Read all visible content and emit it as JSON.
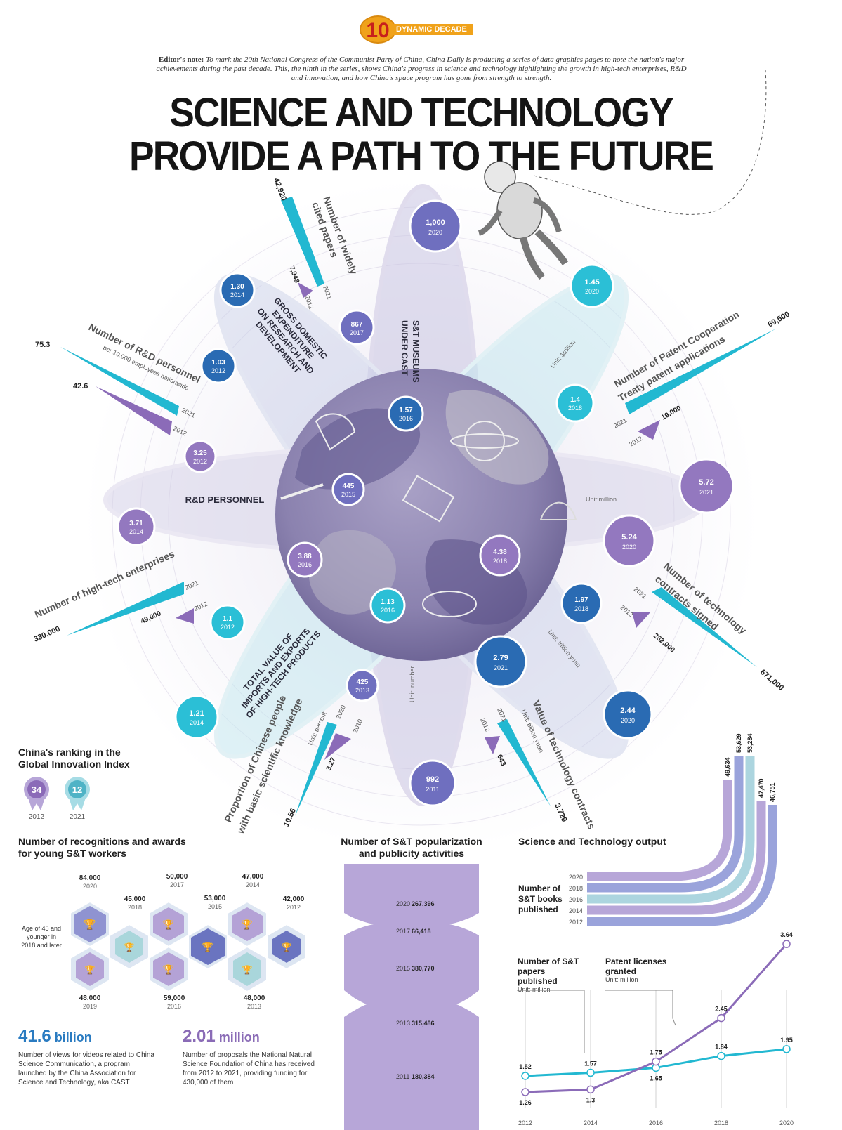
{
  "logo": {
    "number": "10",
    "label": "DYNAMIC DECADE"
  },
  "editor": {
    "lead": "Editor's note:",
    "text": " To mark the 20th National Congress of the Communist Party of China, China Daily is producing a series of data graphics pages to note the nation's major achievements during the past decade. This, the ninth in the series, shows China's progress in science and technology highlighting the growth in high-tech enterprises, R&D and innovation, and how China's space program has gone from strength to strength."
  },
  "title": {
    "line1": "SCIENCE AND TECHNOLOGY",
    "line2": "PROVIDE A PATH TO THE FUTURE"
  },
  "orbits": {
    "museums": {
      "label1": "S&T MUSEUMS",
      "label2": "UNDER CAST",
      "unit": "Unit: number",
      "b2020": "1,000",
      "y2020": "2020",
      "b2017": "867",
      "y2017": "2017",
      "b2015": "445",
      "y2015": "2015",
      "b2013": "425",
      "y2013": "2013",
      "b2011": "992",
      "y2011": "2011"
    },
    "gerd": {
      "l1": "GROSS DOMESTIC",
      "l2": "EXPENDITURE",
      "l3": "ON RESEARCH AND",
      "l4": "DEVELOPMENT",
      "unit": "Unit: $trillion",
      "b2014": "1.30",
      "y2014": "2014",
      "b2012": "1.03",
      "y2012": "2012",
      "b2016": "1.57",
      "y2016": "2016",
      "b2018": "1.97",
      "y2018": "2018",
      "b2021": "2.79",
      "y2021": "2021",
      "b2020": "2.44",
      "y2020": "2020"
    },
    "trade": {
      "l1": "TOTAL VALUE OF",
      "l2": "IMPORTS AND EXPORTS",
      "l3": "OF HIGH-TECH PRODUCTS",
      "unit": "Unit: trillion yuan",
      "b2020": "1.45",
      "y2020": "2020",
      "b2018": "1.4",
      "y2018": "2018",
      "b2016": "1.13",
      "y2016": "2016",
      "b2012": "1.1",
      "y2012": "2012",
      "b2014": "1.21",
      "y2014": "2014"
    },
    "personnel": {
      "label": "R&D PERSONNEL",
      "unit": "Unit:million",
      "b2012": "3.25",
      "y2012": "2012",
      "b2014": "3.71",
      "y2014": "2014",
      "b2016": "3.88",
      "y2016": "2016",
      "b2018": "4.38",
      "y2018": "2018",
      "b2020": "5.24",
      "y2020": "2020",
      "b2021": "5.72",
      "y2021": "2021"
    }
  },
  "wedges": {
    "cited": {
      "l1": "Number of widely",
      "l2": "cited papers",
      "v_big": "42,920",
      "v_small": "7,948",
      "y_big": "2021",
      "y_small": "2012"
    },
    "rdper": {
      "l1": "Number of R&D personnel",
      "l2": "per 10,000 employees nationwide",
      "v_big": "75.3",
      "v_small": "42.6",
      "y_big": "2021",
      "y_small": "2012"
    },
    "hitech": {
      "l1": "Number of high-tech enterprises",
      "v_big": "330,000",
      "v_small": "49,000",
      "y_big": "2021",
      "y_small": "2012"
    },
    "pct": {
      "l1": "Number of Patent Cooperation",
      "l2": "Treaty patent applications",
      "v_big": "69,500",
      "v_small": "19,000",
      "y_big": "2021",
      "y_small": "2012"
    },
    "contracts": {
      "l1": "Number of technology",
      "l2": "contracts signed",
      "v_big": "671,000",
      "v_small": "282,000",
      "y_big": "2021",
      "y_small": "2012"
    },
    "literacy": {
      "l1": "Proportion of Chinese people",
      "l2": "with basic scientific knowledge",
      "unit": "Unit: percent",
      "v_big": "10.56",
      "v_small": "3.27",
      "y_big": "2020",
      "y_small": "2010"
    },
    "value": {
      "l1": "Value of technology contracts",
      "unit": "Unit: billion yuan",
      "v_big": "3,729",
      "v_small": "643",
      "y_big": "2021",
      "y_small": "2012"
    }
  },
  "gii": {
    "title1": "China's ranking in the",
    "title2": "Global Innovation Index",
    "r2012": "34",
    "y2012": "2012",
    "r2021": "12",
    "y2021": "2021"
  },
  "awards": {
    "title1": "Number of recognitions and awards",
    "title2": "for young S&T workers",
    "side1": "Age of 45 and",
    "side2": "younger in",
    "side3": "2018 and later",
    "items": [
      {
        "v": "84,000",
        "y": "2020"
      },
      {
        "v": "45,000",
        "y": "2018"
      },
      {
        "v": "50,000",
        "y": "2017"
      },
      {
        "v": "53,000",
        "y": "2015"
      },
      {
        "v": "47,000",
        "y": "2014"
      },
      {
        "v": "42,000",
        "y": "2012"
      },
      {
        "v": "48,000",
        "y": "2019"
      },
      {
        "v": "59,000",
        "y": "2016"
      },
      {
        "v": "48,000",
        "y": "2013"
      }
    ]
  },
  "stats": {
    "views_num": "41.6",
    "views_unit": " billion",
    "views_desc": "Number of views for videos related to China Science Communication, a program launched by the China Association for Science and Technology, aka CAST",
    "prop_num": "2.01",
    "prop_unit": " million",
    "prop_desc": "Number of proposals the National Natural Science Foundation of China has received from 2012 to 2021, providing funding for 430,000 of them"
  },
  "popularization": {
    "title1": "Number of S&T popularization",
    "title2": "and publicity activities",
    "rows": [
      {
        "y": "2020",
        "v": "267,396"
      },
      {
        "y": "2017",
        "v": "66,418"
      },
      {
        "y": "2015",
        "v": "380,770"
      },
      {
        "y": "2013",
        "v": "315,486"
      },
      {
        "y": "2011",
        "v": "180,384"
      }
    ]
  },
  "output": {
    "title": "Science and Technology output",
    "books_l1": "Number of",
    "books_l2": "S&T books",
    "books_l3": "published",
    "books_years": [
      "2020",
      "2018",
      "2016",
      "2014",
      "2012"
    ],
    "books_values": [
      "49,634",
      "53,629",
      "53,284",
      "47,470",
      "46,751"
    ],
    "papers_l1": "Number of S&T",
    "papers_l2": "papers published",
    "papers_unit": "Unit: million",
    "patents_l1": "Patent licenses",
    "patents_l2": "granted",
    "patents_unit": "Unit: million"
  },
  "chart_data": {
    "type": "line",
    "x": [
      "2012",
      "2014",
      "2016",
      "2018",
      "2020"
    ],
    "series": [
      {
        "name": "Number of S&T papers published",
        "values": [
          1.52,
          1.57,
          1.65,
          1.84,
          1.95
        ],
        "labels": [
          "1.52",
          "1.57",
          "1.65",
          "1.84",
          "1.95"
        ],
        "color": "#22b8d1"
      },
      {
        "name": "Patent licenses granted",
        "values": [
          1.26,
          1.3,
          1.75,
          2.45,
          3.64
        ],
        "labels": [
          "1.26",
          "1.3",
          "1.75",
          "2.45",
          "3.64"
        ],
        "color": "#8b6bb8"
      }
    ],
    "ylim": [
      1.0,
      3.8
    ]
  }
}
